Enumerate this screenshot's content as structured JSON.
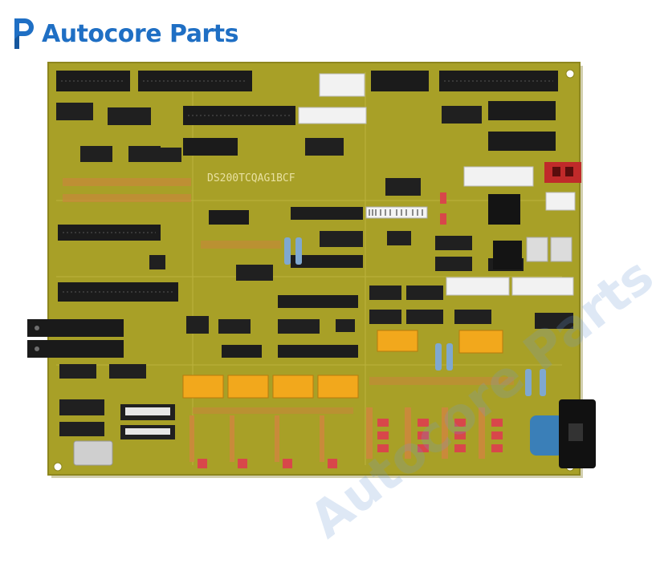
{
  "brand": {
    "name": "Autocore Parts",
    "color": "#1f6fc4"
  },
  "watermark": {
    "text": "Autocore Parts"
  },
  "board": {
    "silkscreen_part": "DS200TCQAG1BCF",
    "board_color": "#a8a027",
    "relay_color": "#f2a81c"
  },
  "icons": [
    "brand-logo-icon"
  ]
}
